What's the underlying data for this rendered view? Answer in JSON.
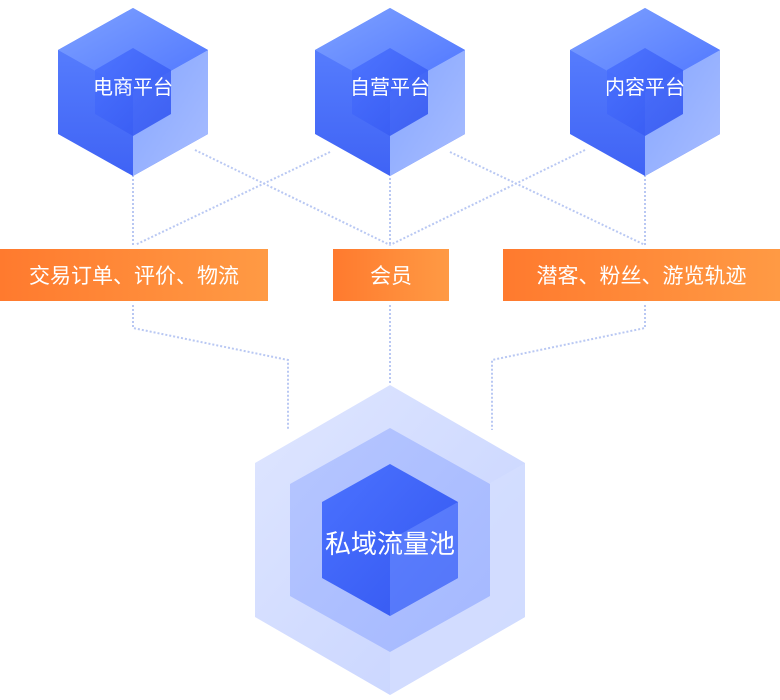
{
  "platforms": [
    {
      "name": "电商平台"
    },
    {
      "name": "自营平台"
    },
    {
      "name": "内容平台"
    }
  ],
  "data_labels": [
    {
      "text": "交易订单、评价、物流"
    },
    {
      "text": "会员"
    },
    {
      "text": "潜客、粉丝、游览轨迹"
    }
  ],
  "pool": {
    "name": "私域流量池"
  },
  "colors": {
    "cube_blue": "#4f7bff",
    "cube_light": "#c7d3ff",
    "label_orange": "#ff8a3a",
    "line": "#b7c6f2"
  }
}
